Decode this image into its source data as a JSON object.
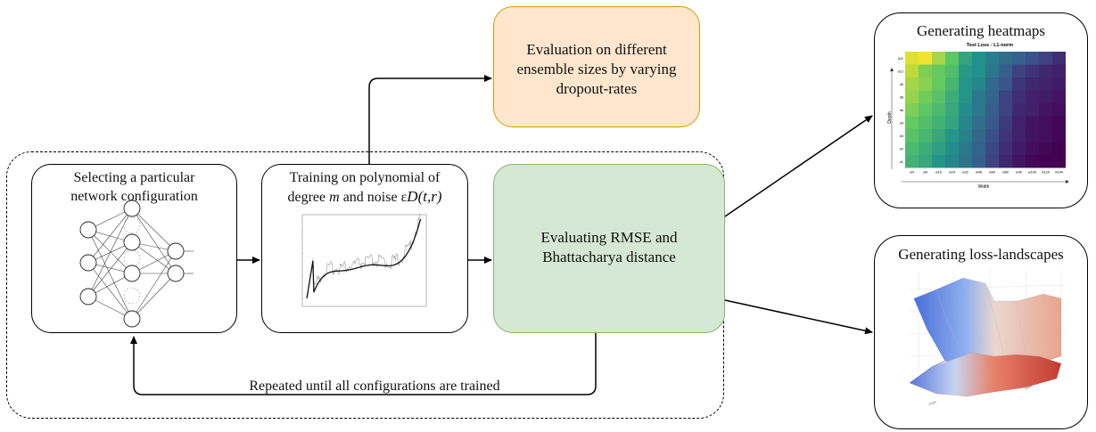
{
  "boxes": {
    "config": {
      "line1": "Selecting a particular",
      "line2": "network configuration"
    },
    "training": {
      "line1": "Training on polynomial of",
      "line2_prefix": "degree ",
      "line2_m": "m",
      "line2_mid": " and noise ε",
      "line2_sub": "D(t,r)"
    },
    "evaluating": {
      "line1": "Evaluating RMSE and",
      "line2": "Bhattacharya distance",
      "fill": "#d5e8d4",
      "stroke": "#82b366"
    },
    "ensemble": {
      "line1": "Evaluation on different",
      "line2": "ensemble sizes by varying",
      "line3": "dropout-rates",
      "fill": "#ffe6cc",
      "stroke": "#d79b00"
    },
    "heatmaps": {
      "title": "Generating heatmaps"
    },
    "landscapes": {
      "title": "Generating loss-landscapes"
    }
  },
  "loop_label": "Repeated until all configurations are trained",
  "heatmap": {
    "title": "Test Loss - L1-norm",
    "xlabel": "Width",
    "ylabel": "Depth",
    "rows": [
      "d11",
      "d12",
      "d9",
      "d8",
      "d6",
      "d4",
      "d3",
      "d2",
      "d1"
    ],
    "cols": [
      "w4",
      "w8",
      "w16",
      "w24",
      "w32",
      "w48",
      "w64",
      "w80",
      "w96",
      "w104",
      "w120",
      "w144"
    ],
    "values": [
      [
        0.95,
        0.98,
        0.86,
        0.74,
        0.58,
        0.5,
        0.42,
        0.36,
        0.31,
        0.25,
        0.2,
        0.14
      ],
      [
        0.9,
        0.8,
        0.76,
        0.7,
        0.54,
        0.5,
        0.4,
        0.3,
        0.2,
        0.15,
        0.12,
        0.1
      ],
      [
        0.86,
        0.82,
        0.76,
        0.66,
        0.52,
        0.46,
        0.34,
        0.26,
        0.16,
        0.12,
        0.1,
        0.08
      ],
      [
        0.84,
        0.78,
        0.72,
        0.62,
        0.52,
        0.4,
        0.32,
        0.2,
        0.14,
        0.1,
        0.08,
        0.06
      ],
      [
        0.8,
        0.74,
        0.68,
        0.6,
        0.48,
        0.4,
        0.3,
        0.2,
        0.12,
        0.1,
        0.06,
        0.04
      ],
      [
        0.76,
        0.7,
        0.64,
        0.58,
        0.46,
        0.36,
        0.28,
        0.18,
        0.1,
        0.06,
        0.04,
        0.02
      ],
      [
        0.72,
        0.66,
        0.6,
        0.52,
        0.44,
        0.34,
        0.24,
        0.16,
        0.1,
        0.06,
        0.04,
        0.02
      ],
      [
        0.68,
        0.62,
        0.56,
        0.48,
        0.4,
        0.32,
        0.22,
        0.14,
        0.08,
        0.04,
        0.02,
        0.0
      ],
      [
        0.64,
        0.6,
        0.52,
        0.46,
        0.38,
        0.3,
        0.2,
        0.12,
        0.06,
        0.02,
        0.0,
        0.0
      ]
    ]
  }
}
